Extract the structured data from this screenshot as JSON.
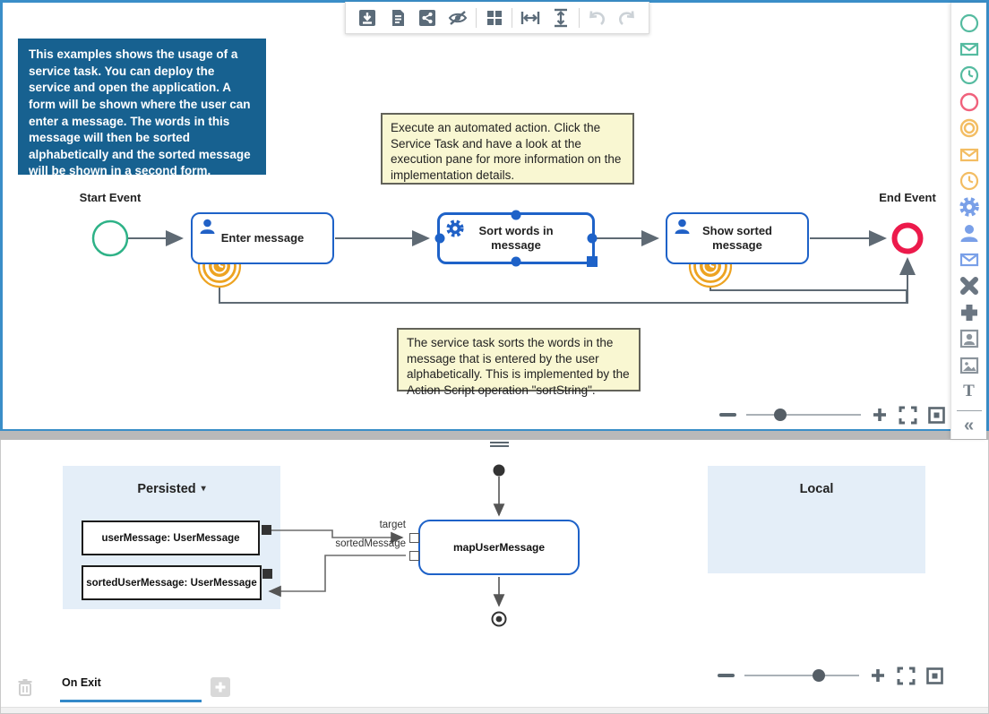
{
  "colors": {
    "frame_blue": "#3a8ec8",
    "task_border_blue": "#1e62c8",
    "start_green": "#2eb287",
    "end_red": "#ec1a4b",
    "timer_orange": "#eda321",
    "edge_gray": "#5f6a74",
    "info_box_bg": "#176190",
    "note_bg": "#f9f7d2",
    "panel_bg": "#e4eef8",
    "tab_accent": "#3389c9"
  },
  "toolbar": {
    "icons": [
      "save-file",
      "document",
      "share",
      "hide-connectors",
      "grid-layout",
      "fit-width",
      "fit-height",
      "undo",
      "redo"
    ]
  },
  "info_box": {
    "text": "This examples shows the usage of a service task. You can deploy the service and open the application. A form will be shown where the user can enter a message. The words in this message will then be sorted alphabetically and the sorted message will be shown in a second form."
  },
  "notes": {
    "execution": "Execute an automated action. Click the Service Task and have a look at the execution pane for more information on the implementation details.",
    "service": "The service task sorts the words in the message that is entered by the user alphabetically. This is implemented by the Action Script operation \"sortString\"."
  },
  "process": {
    "start_label": "Start Event",
    "end_label": "End Event",
    "task1": "Enter message",
    "task2": "Sort words in message",
    "task3": "Show sorted message"
  },
  "palette": {
    "items": [
      "start-event",
      "message-start-event",
      "timer-start-event",
      "end-event",
      "intermediate-event",
      "message-intermediate-event",
      "timer-intermediate-event",
      "service-task",
      "user-task",
      "message-task",
      "split-gateway",
      "join-gateway",
      "user-dialog",
      "image-element",
      "text-element"
    ],
    "text_glyph": "T",
    "collapse_glyph": "«"
  },
  "data_pane": {
    "persisted_label": "Persisted",
    "persisted_caret": "▾",
    "local_label": "Local",
    "variable1": "userMessage: UserMessage",
    "variable2": "sortedUserMessage: UserMessage",
    "mapper_label": "mapUserMessage",
    "port1_label": "target",
    "port2_label": "sortedMessage"
  },
  "footer": {
    "tab_label": "On Exit"
  }
}
